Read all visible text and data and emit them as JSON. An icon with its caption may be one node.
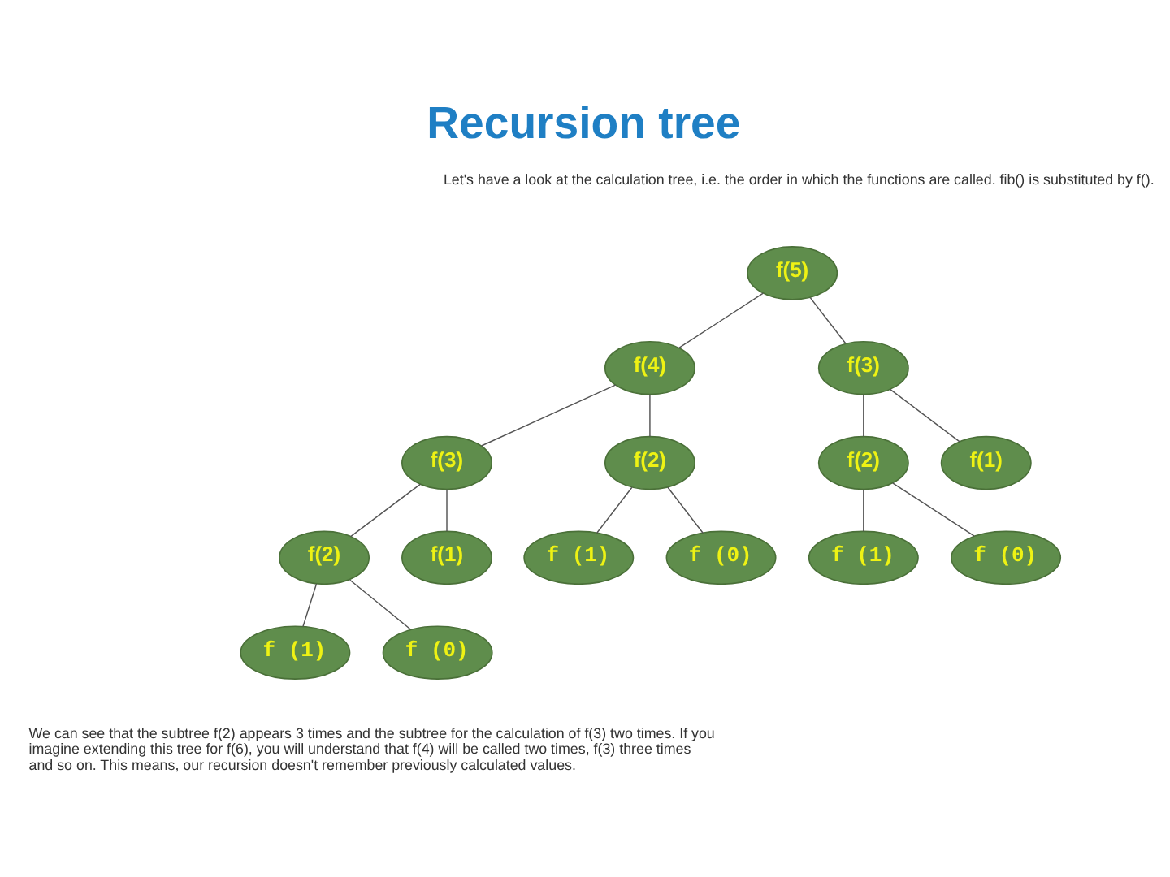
{
  "diagram": {
    "title": "Recursion tree",
    "nodes": [
      {
        "text": [
          "f(5)"
        ]
      },
      {
        "text": [
          "f(4)"
        ]
      },
      {
        "text": [
          "f(3)"
        ]
      },
      {
        "text": [
          "f(3)"
        ]
      },
      {
        "text": [
          "f(2)"
        ]
      },
      {
        "text": [
          "f(2)"
        ]
      },
      {
        "text": [
          "f(1)"
        ]
      },
      {
        "text": [
          "f(2)"
        ]
      },
      {
        "text": [
          "f(1)"
        ]
      },
      {
        "text": [
          "f (1)"
        ]
      },
      {
        "text": [
          "f (0)"
        ]
      },
      {
        "text": [
          "f (1)"
        ]
      },
      {
        "text": [
          "f (0)"
        ]
      },
      {
        "text": [
          "f (1)"
        ]
      },
      {
        "text": [
          "f (0)"
        ]
      }
    ],
    "edges": [
      {
        "from": 0,
        "to": 1,
        "arrow": "none"
      },
      {
        "from": 0,
        "to": 2,
        "arrow": "none"
      },
      {
        "from": 1,
        "to": 3,
        "arrow": "none"
      },
      {
        "from": 1,
        "to": 4,
        "arrow": "none"
      },
      {
        "from": 2,
        "to": 5,
        "arrow": "none"
      },
      {
        "from": 2,
        "to": 6,
        "arrow": "none"
      },
      {
        "from": 3,
        "to": 7,
        "arrow": "none"
      },
      {
        "from": 3,
        "to": 8,
        "arrow": "none"
      },
      {
        "from": 4,
        "to": 9,
        "arrow": "none"
      },
      {
        "from": 4,
        "to": 10,
        "arrow": "none"
      },
      {
        "from": 5,
        "to": 11,
        "arrow": "none"
      },
      {
        "from": 5,
        "to": 12,
        "arrow": "none"
      },
      {
        "from": 7,
        "to": 13,
        "arrow": "none"
      },
      {
        "from": 7,
        "to": 14,
        "arrow": "none"
      }
    ],
    "labels": [
      "Let's have a look at the calculation tree, i.e. the order in which the functions are called. fib() is substituted by f().",
      "We can see that the subtree f(2) appears 3 times and the subtree for the calculation of f(3) two times. If you imagine extending this tree for f(6), you will understand that f(4) will be called two times, f(3) three times and so on. This means, our recursion doesn't remember previously calculated values."
    ]
  }
}
